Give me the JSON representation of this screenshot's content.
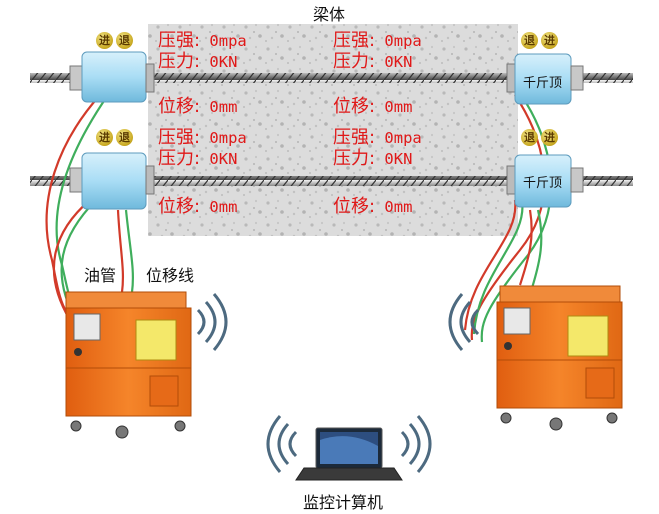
{
  "beam_label": "梁体",
  "buttons": {
    "forward": "进",
    "back": "退"
  },
  "jack_label": "千斤顶",
  "readouts": [
    {
      "pressure_label": "压强:",
      "pressure_value": "0mpa",
      "force_label": "压力:",
      "force_value": "0KN"
    },
    {
      "pressure_label": "压强:",
      "pressure_value": "0mpa",
      "force_label": "压力:",
      "force_value": "0KN"
    },
    {
      "pressure_label": "压强:",
      "pressure_value": "0mpa",
      "force_label": "压力:",
      "force_value": "0KN"
    },
    {
      "pressure_label": "压强:",
      "pressure_value": "0mpa",
      "force_label": "压力:",
      "force_value": "0KN"
    }
  ],
  "displacements": [
    {
      "label": "位移:",
      "value": "0mm"
    },
    {
      "label": "位移:",
      "value": "0mm"
    },
    {
      "label": "位移:",
      "value": "0mm"
    },
    {
      "label": "位移:",
      "value": "0mm"
    }
  ],
  "labels": {
    "oil_pipe": "油管",
    "displacement_line": "位移线",
    "computer": "监控计算机"
  },
  "colors": {
    "red_text": "#e01818",
    "oil_pipe": "#d23a2a",
    "signal_line": "#3fae5c",
    "pump": "#f07a22",
    "jack_body": "#a9ddf5"
  }
}
